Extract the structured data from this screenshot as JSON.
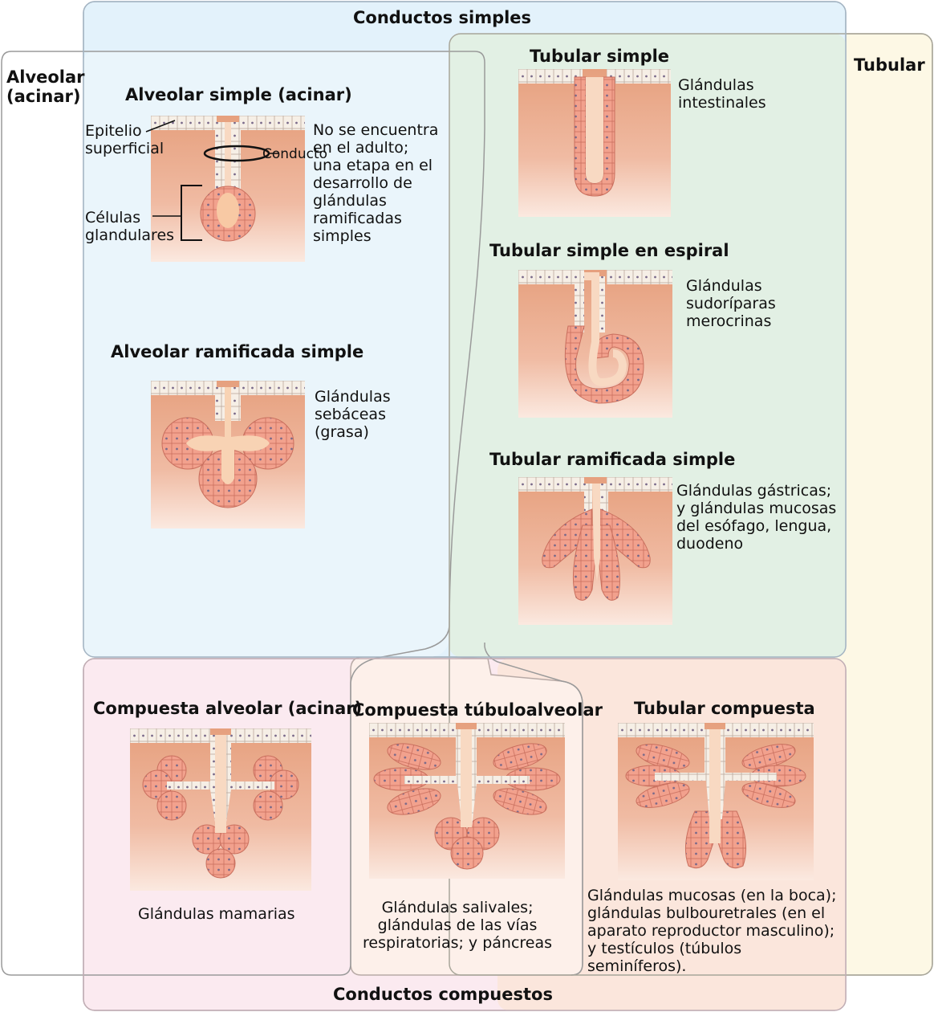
{
  "regions": {
    "simple_ducts": "Conductos simples",
    "compound_ducts": "Conductos compuestos",
    "alveolar": "Alveolar\n(acinar)",
    "tubular": "Tubular"
  },
  "glands": {
    "simple_alveolar": {
      "title": "Alveolar simple (acinar)",
      "desc": "No se encuentra\nen el adulto;\nuna etapa en el\ndesarrollo de\nglándulas\nramificadas\nsimples",
      "labels": {
        "surface_epithelium": "Epitelio\nsuperficial",
        "duct": "Conducto",
        "gland_cells": "Células\nglandulares"
      }
    },
    "simple_branched_alveolar": {
      "title": "Alveolar ramificada simple",
      "desc": "Glándulas\nsebáceas\n(grasa)"
    },
    "simple_tubular": {
      "title": "Tubular simple",
      "desc": "Glándulas\nintestinales"
    },
    "simple_coiled_tubular": {
      "title": "Tubular simple en espiral",
      "desc": "Glándulas\nsudoríparas\nmerocrinas"
    },
    "simple_branched_tubular": {
      "title": "Tubular ramificada simple",
      "desc": "Glándulas gástricas;\ny glándulas mucosas\ndel esófago, lengua,\nduodeno"
    },
    "compound_alveolar": {
      "title": "Compuesta alveolar (acinar)",
      "desc": "Glándulas mamarias"
    },
    "compound_tubuloalveolar": {
      "title": "Compuesta túbuloalveolar",
      "desc": "Glándulas salivales;\nglándulas de las vías\nrespiratorias; y páncreas"
    },
    "compound_tubular": {
      "title": "Tubular compuesta",
      "desc": "Glándulas mucosas (en la boca);\nglándulas bulbouretrales (en el\naparato reproductor masculino);\ny testículos (túbulos\nseminíferos)."
    }
  },
  "colors": {
    "simple_ducts_bg": "#e3f2fb",
    "alveolar_bg": "#eef6fb",
    "tubular_outer_bg": "#fdf8e5",
    "tubular_inner_bg": "#e2f0e4",
    "compound_bg": "#fbeaf0",
    "compound_tubular_bg": "#fbe6dc",
    "tubuloalveolar_bg": "#fdf0ea",
    "tissue": "#e9a082",
    "gland_cell": "#f19b8a",
    "lumen": "#f8d9c2",
    "epithelium": "#f4eee6"
  }
}
